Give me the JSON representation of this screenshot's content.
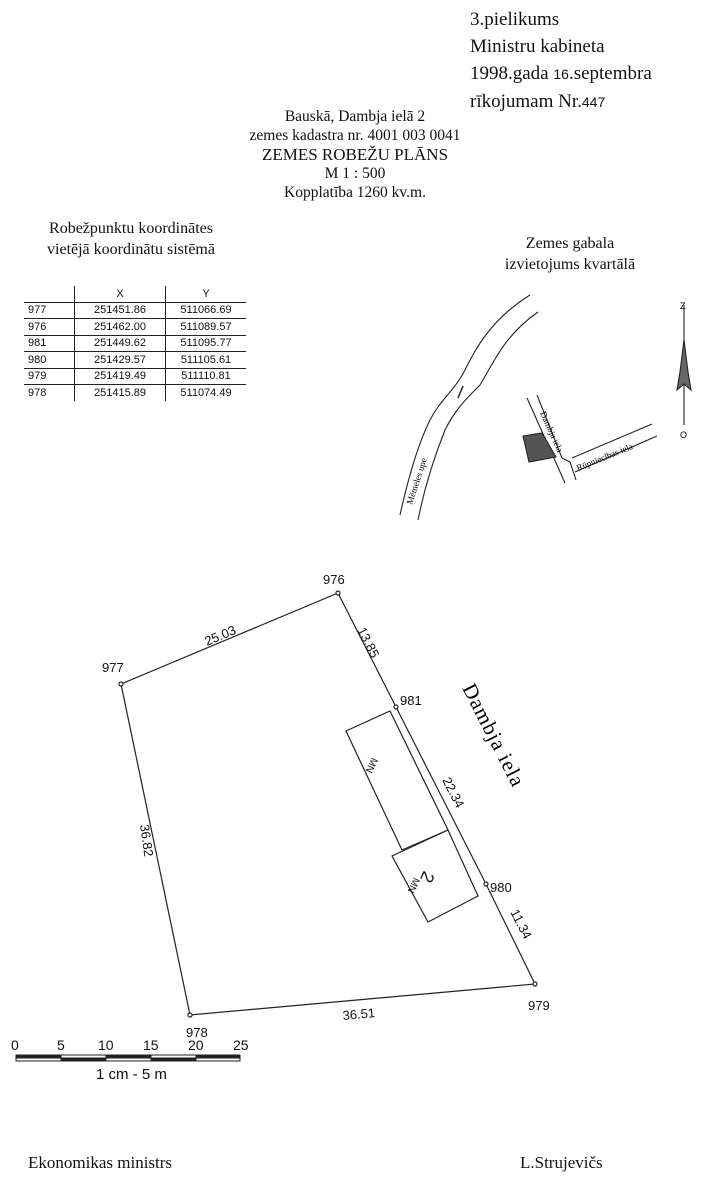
{
  "annex": {
    "line1": "3.pielikums",
    "line2": "Ministru kabineta",
    "line3_prefix": "1998.gada ",
    "day": "16",
    "line3_suffix": ".septembra",
    "line4_prefix": "rīkojumam Nr.",
    "number": "447"
  },
  "title": {
    "address": "Bauskā, Dambja ielā 2",
    "cadastre": "zemes kadastra nr. 4001 003 0041",
    "heading": "ZEMES ROBEŽU PLĀNS",
    "scale": "M 1 : 500",
    "area": "Kopplatība 1260 kv.m."
  },
  "coordinates": {
    "caption_line1": "Robežpunktu koordinātes",
    "caption_line2": "vietējā koordinātu sistēmā",
    "headers": [
      "",
      "X",
      "Y"
    ],
    "rows": [
      [
        "977",
        "251451.86",
        "511066.69"
      ],
      [
        "976",
        "251462.00",
        "511089.57"
      ],
      [
        "981",
        "251449.62",
        "511095.77"
      ],
      [
        "980",
        "251429.57",
        "511105.61"
      ],
      [
        "979",
        "251419.49",
        "511110.81"
      ],
      [
        "978",
        "251415.89",
        "511074.49"
      ]
    ]
  },
  "location": {
    "caption_line1": "Zemes gabala",
    "caption_line2": "izvietojums kvartālā",
    "river": "Mēmeles upe",
    "street1": "Dambja iela",
    "street2": "Rūpniecības iela",
    "north": "Z",
    "south": "O"
  },
  "plan": {
    "points": [
      "977",
      "976",
      "981",
      "980",
      "979",
      "978"
    ],
    "lengths": {
      "l977_976": "25.03",
      "l976_981": "13.85",
      "l981_980": "22.34",
      "l980_979": "11.34",
      "l978_977": "36.82",
      "l979_978": "36.51"
    },
    "street": "Dambja iela",
    "building1": "MN",
    "building2_num": "2",
    "building2": "MN"
  },
  "scalebar": {
    "ticks": [
      "0",
      "5",
      "10",
      "15",
      "20",
      "25"
    ],
    "caption": "1 cm - 5 m"
  },
  "footer": {
    "left": "Ekonomikas ministrs",
    "right": "L.Strujevičs"
  }
}
